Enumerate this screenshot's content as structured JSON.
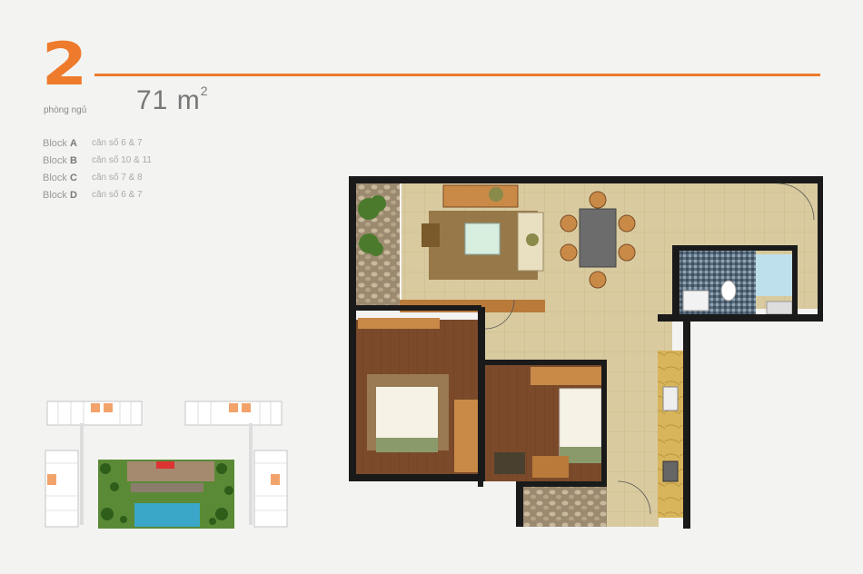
{
  "header": {
    "bedroom_count": "2",
    "bedroom_label": "phòng ngủ",
    "area_value": "71 m",
    "area_unit_sup": "2"
  },
  "blocks": [
    {
      "prefix": "Block ",
      "letter": "A",
      "units": "căn số 6 & 7"
    },
    {
      "prefix": "Block ",
      "letter": "B",
      "units": "căn số 10 & 11"
    },
    {
      "prefix": "Block ",
      "letter": "C",
      "units": "căn số 7 & 8"
    },
    {
      "prefix": "Block ",
      "letter": "D",
      "units": "căn số 6 & 7"
    }
  ],
  "colors": {
    "accent": "#ee7a2c",
    "wall": "#1a1a1a",
    "floor_tile": "#d8c79c",
    "wood_floor": "#7a4a2a",
    "pool": "#3aa6c8",
    "garden": "#4b7a2c"
  },
  "images": {
    "floor_plan": "apartment-floor-plan",
    "site_plan": "site-plan-thumbnail"
  }
}
